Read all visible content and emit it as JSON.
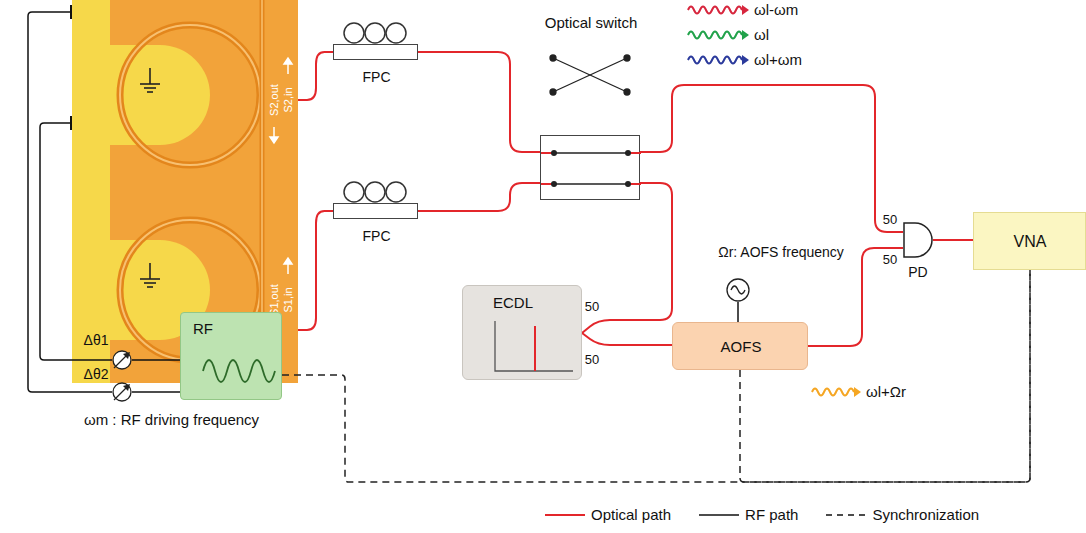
{
  "diagram": {
    "nodes": [
      {
        "text": [
          "S2,out",
          "S2,in",
          "S1,out",
          "S1,in"
        ]
      },
      {
        "text": [
          "FPC"
        ]
      },
      {
        "text": [
          "FPC"
        ]
      },
      {
        "text": [
          "Optical switch"
        ]
      },
      {
        "text": [
          "ECDL"
        ]
      },
      {
        "text": [
          "AOFS"
        ]
      },
      {
        "text": [
          "Ωr: AOFS frequency"
        ]
      },
      {
        "text": [
          "PD"
        ]
      },
      {
        "text": [
          "VNA"
        ]
      },
      {
        "text": [
          "RF"
        ]
      },
      {
        "text": [
          "Δθ1"
        ]
      },
      {
        "text": [
          "Δθ2"
        ]
      }
    ],
    "edges": [
      {
        "from": 0,
        "to": 1,
        "arrow": "none"
      },
      {
        "from": 0,
        "to": 2,
        "arrow": "none"
      },
      {
        "from": 1,
        "to": 3,
        "arrow": "none"
      },
      {
        "from": 2,
        "to": 3,
        "arrow": "none"
      },
      {
        "from": 3,
        "to": 7,
        "arrow": "none"
      },
      {
        "from": 3,
        "to": 4,
        "arrow": "none"
      },
      {
        "from": 4,
        "to": 5,
        "arrow": "none"
      },
      {
        "from": 6,
        "to": 5,
        "arrow": "none"
      },
      {
        "from": 5,
        "to": 7,
        "arrow": "none"
      },
      {
        "from": 7,
        "to": 8,
        "arrow": "none"
      },
      {
        "from": 9,
        "to": 10,
        "arrow": "none"
      },
      {
        "from": 9,
        "to": 11,
        "arrow": "none"
      },
      {
        "from": 10,
        "to": 0,
        "arrow": "none"
      },
      {
        "from": 11,
        "to": 0,
        "arrow": "none"
      },
      {
        "from": 9,
        "to": 8,
        "arrow": "none"
      },
      {
        "from": 5,
        "to": 8,
        "arrow": "none"
      }
    ],
    "labels": [
      "ωl-ωm",
      "ωl",
      "ωl+ωm",
      "50",
      "50",
      "50",
      "50",
      "ωl+Ωr",
      "ωm : RF driving frequency"
    ],
    "legend": [
      {
        "text": "Optical path"
      },
      {
        "text": "RF path"
      },
      {
        "text": "Synchronization"
      }
    ]
  }
}
